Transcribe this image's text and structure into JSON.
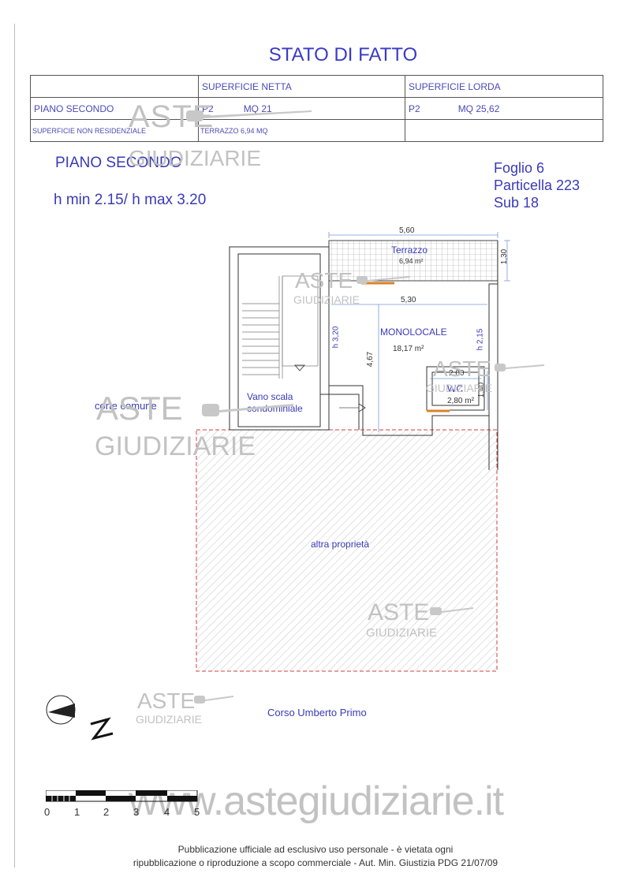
{
  "title": "STATO DI FATTO",
  "table": {
    "header_netta": "SUPERFICIE NETTA",
    "header_lorda": "SUPERFICIE LORDA",
    "row1_label": "PIANO SECONDO",
    "row1_netta_floor": "P2",
    "row1_netta_value": "MQ 21",
    "row1_lorda_floor": "P2",
    "row1_lorda_value": "MQ 25,62",
    "row2_label": "SUPERFICIE NON RESIDENZIALE",
    "row2_netta_value": "TERRAZZO 6,94 MQ"
  },
  "heading": {
    "floor": "PIANO SECONDO",
    "heights": "h min 2.15/ h max 3.20"
  },
  "cadastre": {
    "foglio": "Foglio 6",
    "particella": "Particella 223",
    "sub": "Sub 18"
  },
  "plan": {
    "dim_top": "5,60",
    "dim_side": "1,30",
    "terrazzo_name": "Terrazzo",
    "terrazzo_area": "6,94 m²",
    "dim_room_width": "5,30",
    "h_left": "h 3,20",
    "h_right": "h 2,15",
    "dim_depth": "4,67",
    "room_name": "MONOLOCALE",
    "room_area": "18,17 m²",
    "wc_width": "2,00",
    "wc_depth": "1,40",
    "wc_name": "WC",
    "wc_area": "2,80 m²",
    "stair_line1": "Vano scala",
    "stair_line2": "condominiale",
    "corte": "corte comune",
    "altra": "altra proprietà",
    "street": "Corso Umberto Primo"
  },
  "watermark": {
    "aste": "ASTE",
    "giudiziarie": "GIUDIZIARIE",
    "site": "www.astegiudiziarie.it"
  },
  "scale_labels": [
    "0",
    "1",
    "2",
    "3",
    "4",
    "5"
  ],
  "footer": {
    "line1": "Pubblicazione ufficiale ad esclusivo uso personale - è vietata ogni",
    "line2": "ripubblicazione o riproduzione a scopo commerciale - Aut. Min. Giustizia PDG 21/07/09"
  },
  "colors": {
    "text_blue": "#3a3ab8",
    "dimension_blue": "#7a9ad8",
    "hatch_red": "#d04040",
    "watermark_gray": "#c2c2c2"
  }
}
